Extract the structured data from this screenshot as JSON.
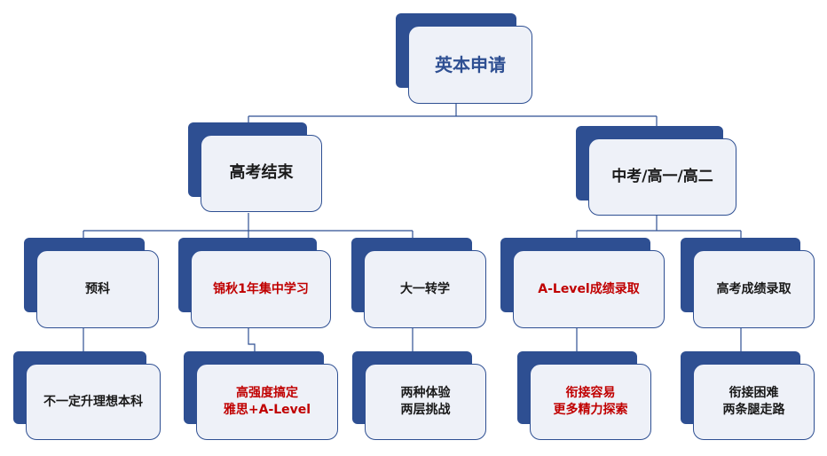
{
  "diagram": {
    "root": {
      "label": "英本申请"
    },
    "branches": [
      {
        "label": "高考结束"
      },
      {
        "label": "中考/高一/高二"
      }
    ],
    "level3": [
      {
        "label": "预科",
        "highlight": false
      },
      {
        "label": "锦秋1年集中学习",
        "highlight": true
      },
      {
        "label": "大一转学",
        "highlight": false
      },
      {
        "label": "A-Level成绩录取",
        "highlight": true
      },
      {
        "label": "高考成绩录取",
        "highlight": false
      }
    ],
    "level4": [
      {
        "lines": [
          "不一定升理想本科"
        ],
        "highlight": false
      },
      {
        "lines": [
          "高强度搞定",
          "雅思+A-Level"
        ],
        "highlight": true
      },
      {
        "lines": [
          "两种体验",
          "两层挑战"
        ],
        "highlight": false
      },
      {
        "lines": [
          "衔接容易",
          "更多精力探索"
        ],
        "highlight": true
      },
      {
        "lines": [
          "衔接困难",
          "两条腿走路"
        ],
        "highlight": false
      }
    ],
    "colors": {
      "box_shadow": "#2e4f92",
      "box_fill": "#eef1f8",
      "connector": "#2e4f92",
      "highlight_text": "#c00000"
    }
  }
}
